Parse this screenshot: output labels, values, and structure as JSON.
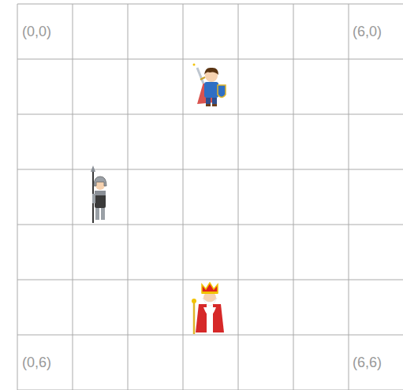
{
  "diagram": {
    "labels": [
      "(0,0)",
      "(6,0)",
      "(0,6)",
      "(6,6)"
    ]
  }
}
